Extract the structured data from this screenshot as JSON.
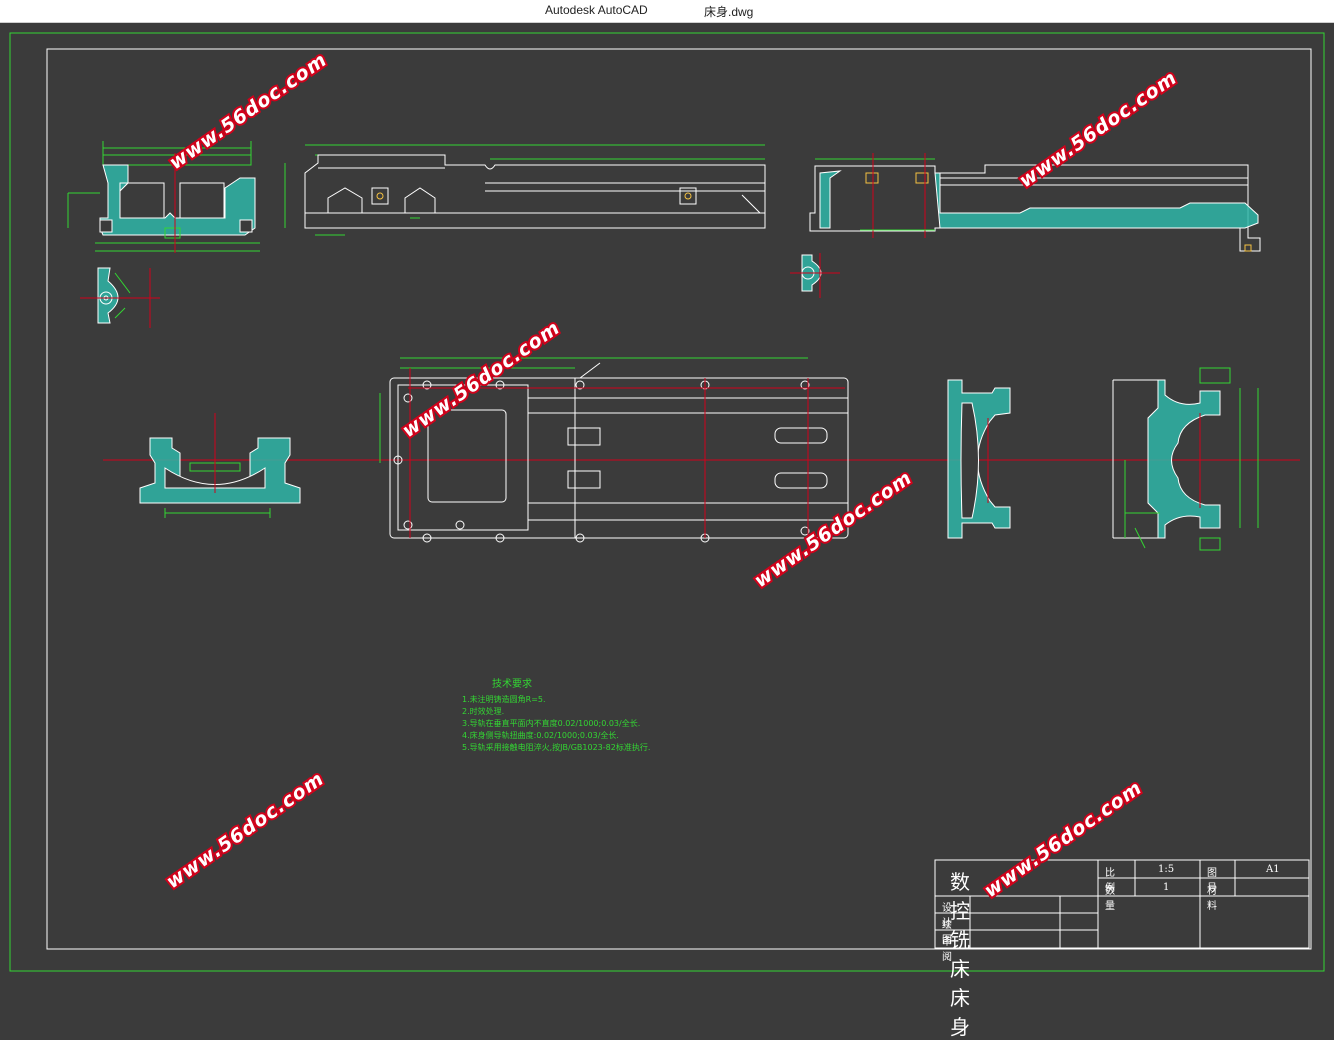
{
  "window": {
    "app_title": "Autodesk AutoCAD",
    "file_title": "床身.dwg"
  },
  "watermark": {
    "text": "www.56doc.com"
  },
  "notes": {
    "title": "技术要求",
    "items": [
      "1.未注明铸造圆角R=5.",
      "2.时效处理.",
      "3.导轨在垂直平面内不直度0.02/1000;0.03/全长.",
      "4.床身侧导轨扭曲度:0.02/1000;0.03/全长.",
      "5.导轨采用接触电阻淬火,按JB/GB1023-82标准执行."
    ]
  },
  "title_block": {
    "drawing_name": "数控铣床床身",
    "scale_label": "比例",
    "scale_value": "1:5",
    "drawing_no_label": "图号",
    "drawing_no_value": "A1",
    "quantity_label": "数量",
    "quantity_value": "1",
    "material_label": "材料",
    "design_label": "设计",
    "draw_label": "绘图",
    "review_label": "审阅"
  },
  "colors": {
    "background": "#3b3b3b",
    "border": "#33d633",
    "outline": "#ffffff",
    "centerline": "#d0021b",
    "hatch": "#2fb6a8",
    "dimension": "#33d633"
  }
}
